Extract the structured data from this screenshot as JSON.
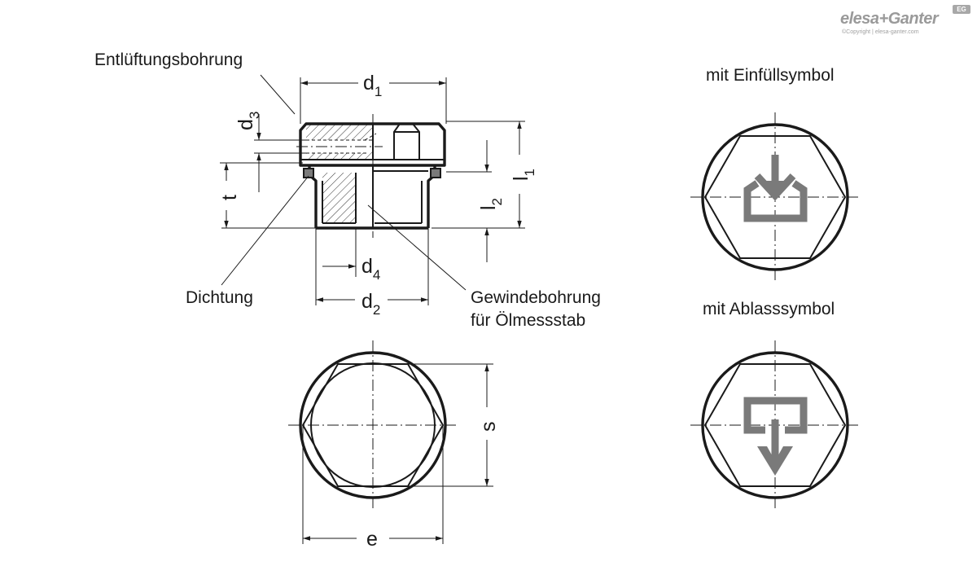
{
  "brand": {
    "name": "elesa+Ganter",
    "copyright": "©Copyright | elesa-ganter.com",
    "badge": "EG"
  },
  "labels": {
    "vent_hole": "Entlüftungsbohrung",
    "seal": "Dichtung",
    "threaded_hole_line1": "Gewindebohrung",
    "threaded_hole_line2": "für Ölmessstab",
    "fill_symbol_title": "mit Einfüllsymbol",
    "drain_symbol_title": "mit Ablasssymbol"
  },
  "dimensions": {
    "d1": {
      "base": "d",
      "sub": "1"
    },
    "d2": {
      "base": "d",
      "sub": "2"
    },
    "d3": {
      "base": "d",
      "sub": "3"
    },
    "d4": {
      "base": "d",
      "sub": "4"
    },
    "l1": {
      "base": "l",
      "sub": "1"
    },
    "l2": {
      "base": "l",
      "sub": "2"
    },
    "t": "t",
    "s": "s",
    "e": "e"
  },
  "colors": {
    "line": "#1a1a1a",
    "symbol": "#7a7a7a",
    "hatch": "#1a1a1a",
    "brand": "#9a9a9a"
  },
  "icons": {
    "fill_symbol": "arrow-down-into-tray-icon",
    "drain_symbol": "arrow-down-out-of-tray-icon"
  }
}
